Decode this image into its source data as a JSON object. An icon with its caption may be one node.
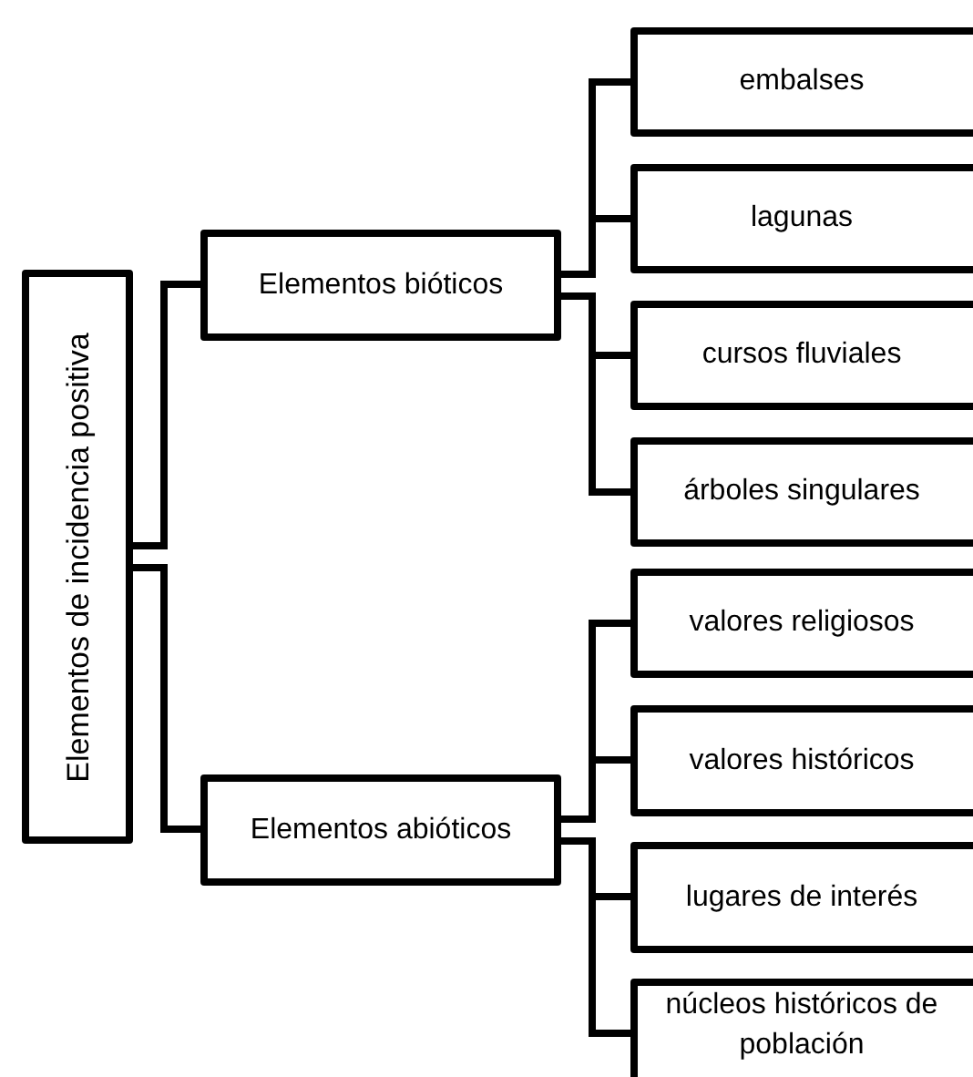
{
  "diagram": {
    "nodes": [
      {
        "text": [
          "Elementos de incidencia positiva"
        ]
      },
      {
        "text": [
          "Elementos bióticos"
        ]
      },
      {
        "text": [
          "embalses"
        ]
      },
      {
        "text": [
          "lagunas"
        ]
      },
      {
        "text": [
          "cursos fluviales"
        ]
      },
      {
        "text": [
          "árboles singulares"
        ]
      },
      {
        "text": [
          "Elementos abióticos"
        ]
      },
      {
        "text": [
          "valores religiosos"
        ]
      },
      {
        "text": [
          "valores históricos"
        ]
      },
      {
        "text": [
          "lugares de interés"
        ]
      },
      {
        "text": [
          "núcleos históricos de población"
        ]
      }
    ],
    "edges": [
      {
        "from": 0,
        "to": 1,
        "arrow": "none"
      },
      {
        "from": 1,
        "to": 2,
        "arrow": "none"
      },
      {
        "from": 1,
        "to": 3,
        "arrow": "none"
      },
      {
        "from": 1,
        "to": 4,
        "arrow": "none"
      },
      {
        "from": 1,
        "to": 5,
        "arrow": "none"
      },
      {
        "from": 0,
        "to": 6,
        "arrow": "none"
      },
      {
        "from": 6,
        "to": 7,
        "arrow": "none"
      },
      {
        "from": 6,
        "to": 8,
        "arrow": "none"
      },
      {
        "from": 6,
        "to": 9,
        "arrow": "none"
      },
      {
        "from": 6,
        "to": 10,
        "arrow": "none"
      }
    ]
  }
}
